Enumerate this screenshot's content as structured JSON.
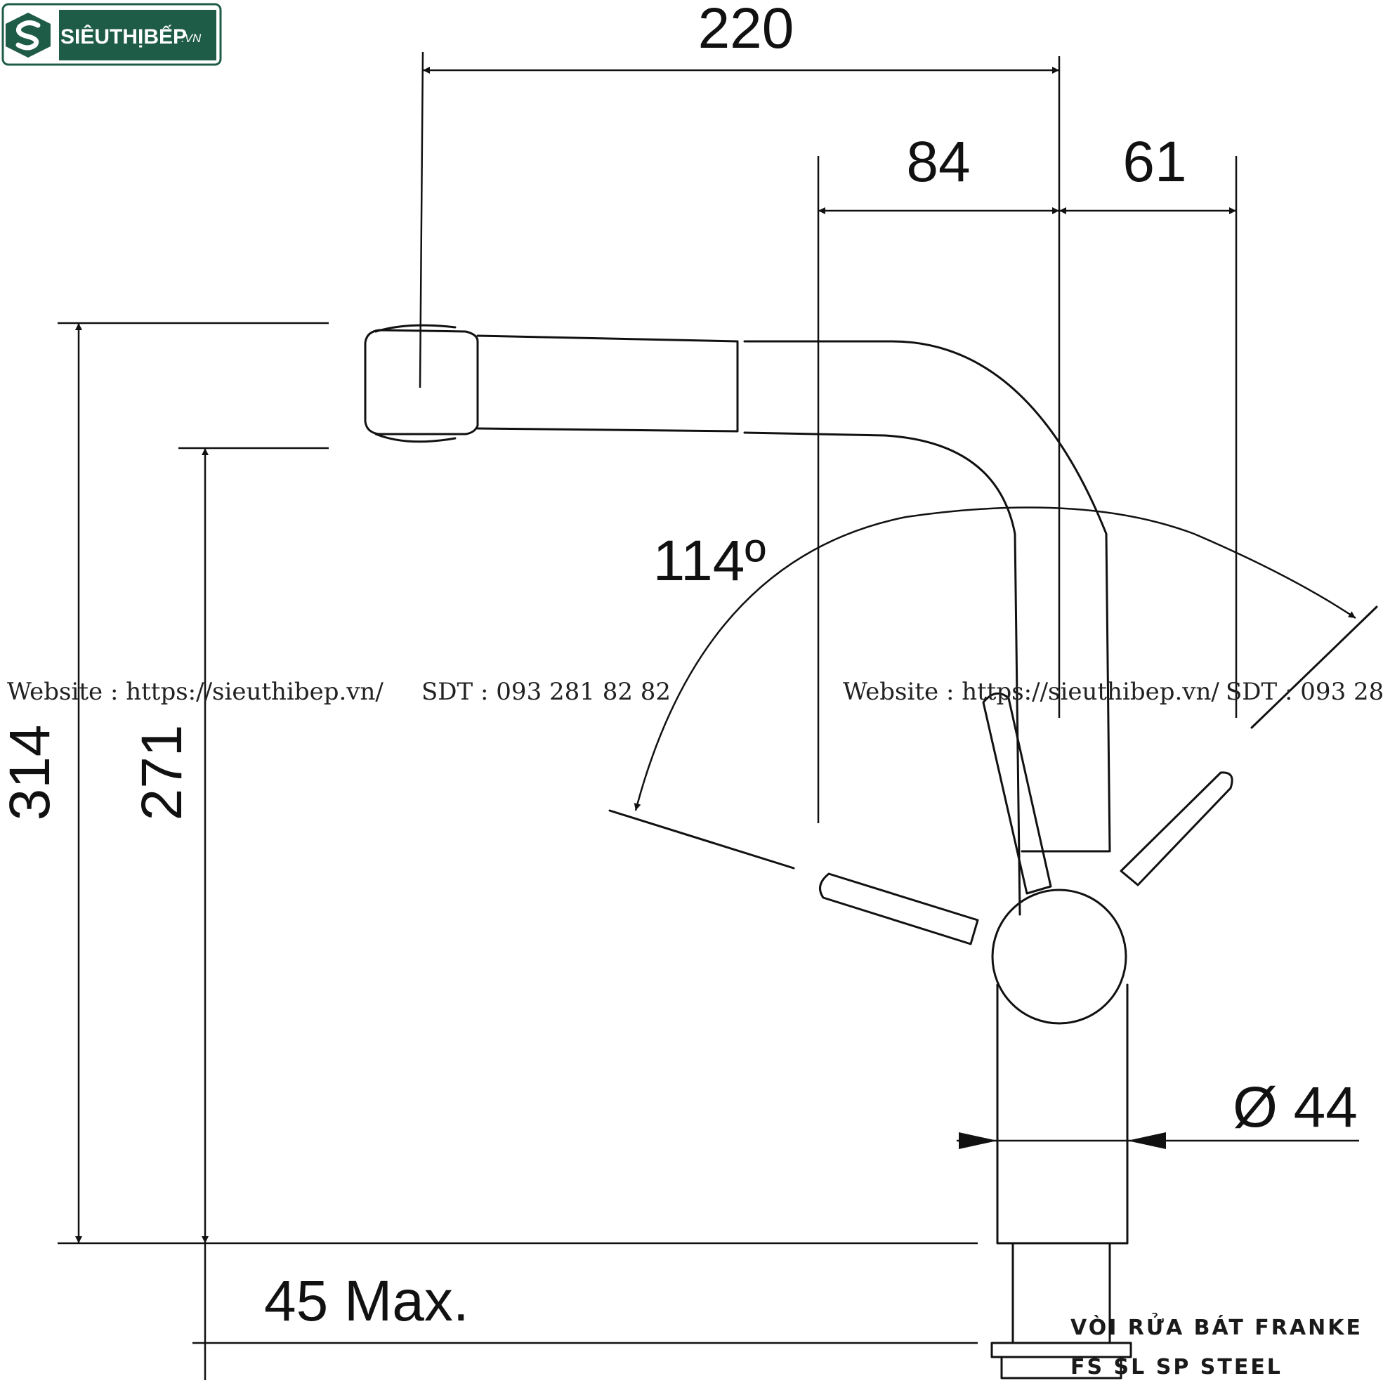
{
  "logo": {
    "brand": "SIÊUTHỊBẾP",
    "suffix": ".VN",
    "brand_color": "#1f5c47"
  },
  "dimensions": {
    "total_reach": "220",
    "spout_offset": "84",
    "lever_offset": "61",
    "total_height": "314",
    "outlet_height": "271",
    "rotation_angle": "114º",
    "base_diameter": "Ø 44",
    "mount_thickness": "45 Max."
  },
  "watermarks": [
    {
      "website": "Website : https://sieuthibep.vn/",
      "phone": "SDT : 093 281 82 82"
    },
    {
      "website": "Website : https://sieuthibep.vn/",
      "phone": "SDT : 093 28"
    }
  ],
  "product_caption": {
    "line1": "VÒI RỬA BÁT FRANKE",
    "line2": "FS SL SP STEEL"
  },
  "colors": {
    "line": "#111111",
    "background": "#ffffff"
  }
}
